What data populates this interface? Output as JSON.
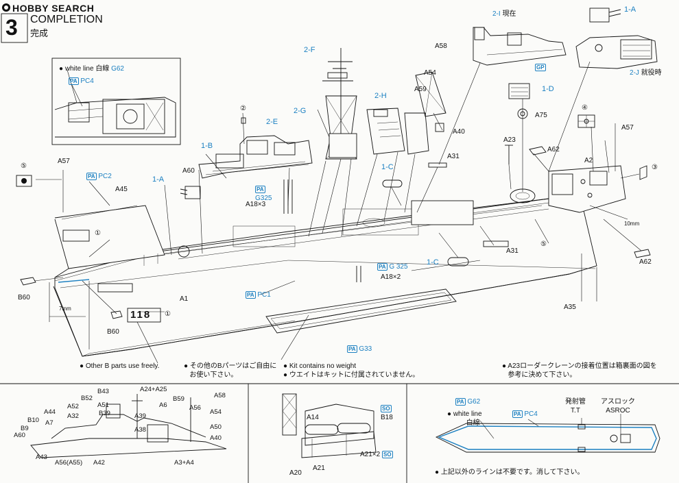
{
  "header": {
    "brand": "HOBBY SEARCH",
    "step_number": "3",
    "title_en": "COMPLETION",
    "title_jp": "完成"
  },
  "colors": {
    "accent": "#1a7fc1",
    "ink": "#111111",
    "paper": "#fbfbf9"
  },
  "inset_top": {
    "white_line_en": "white line",
    "white_line_jp": "白線",
    "white_line_code": "G62",
    "pa_code": "PC4"
  },
  "step_labels": {
    "s_2F": "2-F",
    "s_2G": "2-G",
    "s_2E": "2-E",
    "s_2H": "2-H",
    "s_2I": "2-I",
    "s_2I_note": "現在",
    "s_1A_top": "1-A",
    "s_2J": "2-J",
    "s_2J_note": "就役時",
    "s_1D": "1-D",
    "s_1B": "1-B",
    "s_1A_left": "1-A",
    "s_1C_mid": "1-C",
    "s_1C_low": "1-C",
    "tag_G": "GP"
  },
  "part_labels": {
    "A58": "A58",
    "A54": "A54",
    "A59": "A59",
    "A40": "A40",
    "A75": "A75",
    "A23": "A23",
    "A62_top": "A62",
    "A2": "A2",
    "A57_right": "A57",
    "A57_left": "A57",
    "A60": "A60",
    "A45": "A45",
    "A31_top": "A31",
    "A31_low": "A31",
    "A18x3": "A18×3",
    "A18x2": "A18×2",
    "A1": "A1",
    "A35": "A35",
    "A62_low": "A62",
    "B60_a": "B60",
    "B60_b": "B60",
    "dim_10mm": "10mm",
    "dim_7mm": "7mm"
  },
  "paint_labels": {
    "PC2": "PC2",
    "G325_a": "G325",
    "G325_b": "G 325",
    "PC1": "PC1",
    "G33": "G33"
  },
  "circle_refs": {
    "r1": "①",
    "r1b": "①",
    "r2": "②",
    "r3": "③",
    "r4": "④",
    "r5": "⑤",
    "r5b": "⑤"
  },
  "hull_number": "118",
  "notes": {
    "left": "Other B parts use freely.",
    "mid_jp_1": "その他のBパーツはご自由に",
    "mid_jp_2": "お使い下さい。",
    "weight_en": "Kit contains no weight",
    "weight_jp": "ウエイトはキットに付属されていません。",
    "crane_jp_1": "A23ローダークレーンの接着位置は箱裏面の図を",
    "crane_jp_2": "参考に決めて下さい。"
  },
  "bottom_left_labels": [
    "B43",
    "A24+A25",
    "B52",
    "A52",
    "A51",
    "A58",
    "A44",
    "A32",
    "B39",
    "A6",
    "B59",
    "A56",
    "A54",
    "B10",
    "A7",
    "A39",
    "B9",
    "A38",
    "A50",
    "A60",
    "A40",
    "A43",
    "A56(A55)",
    "A42",
    "A3+A4"
  ],
  "bottom_mid_labels": {
    "A14": "A14",
    "B18": "B18",
    "A21x2": "A21×2",
    "A20": "A20",
    "A21": "A21"
  },
  "bottom_right": {
    "g62": "G62",
    "white_line_en": "white line",
    "white_line_jp": "白線",
    "pc4": "PC4",
    "tt_jp": "発射管",
    "tt_en": "T.T",
    "asroc_jp": "アスロック",
    "asroc_en": "ASROC",
    "footer_jp": "上記以外のラインは不要です。消して下さい。"
  }
}
